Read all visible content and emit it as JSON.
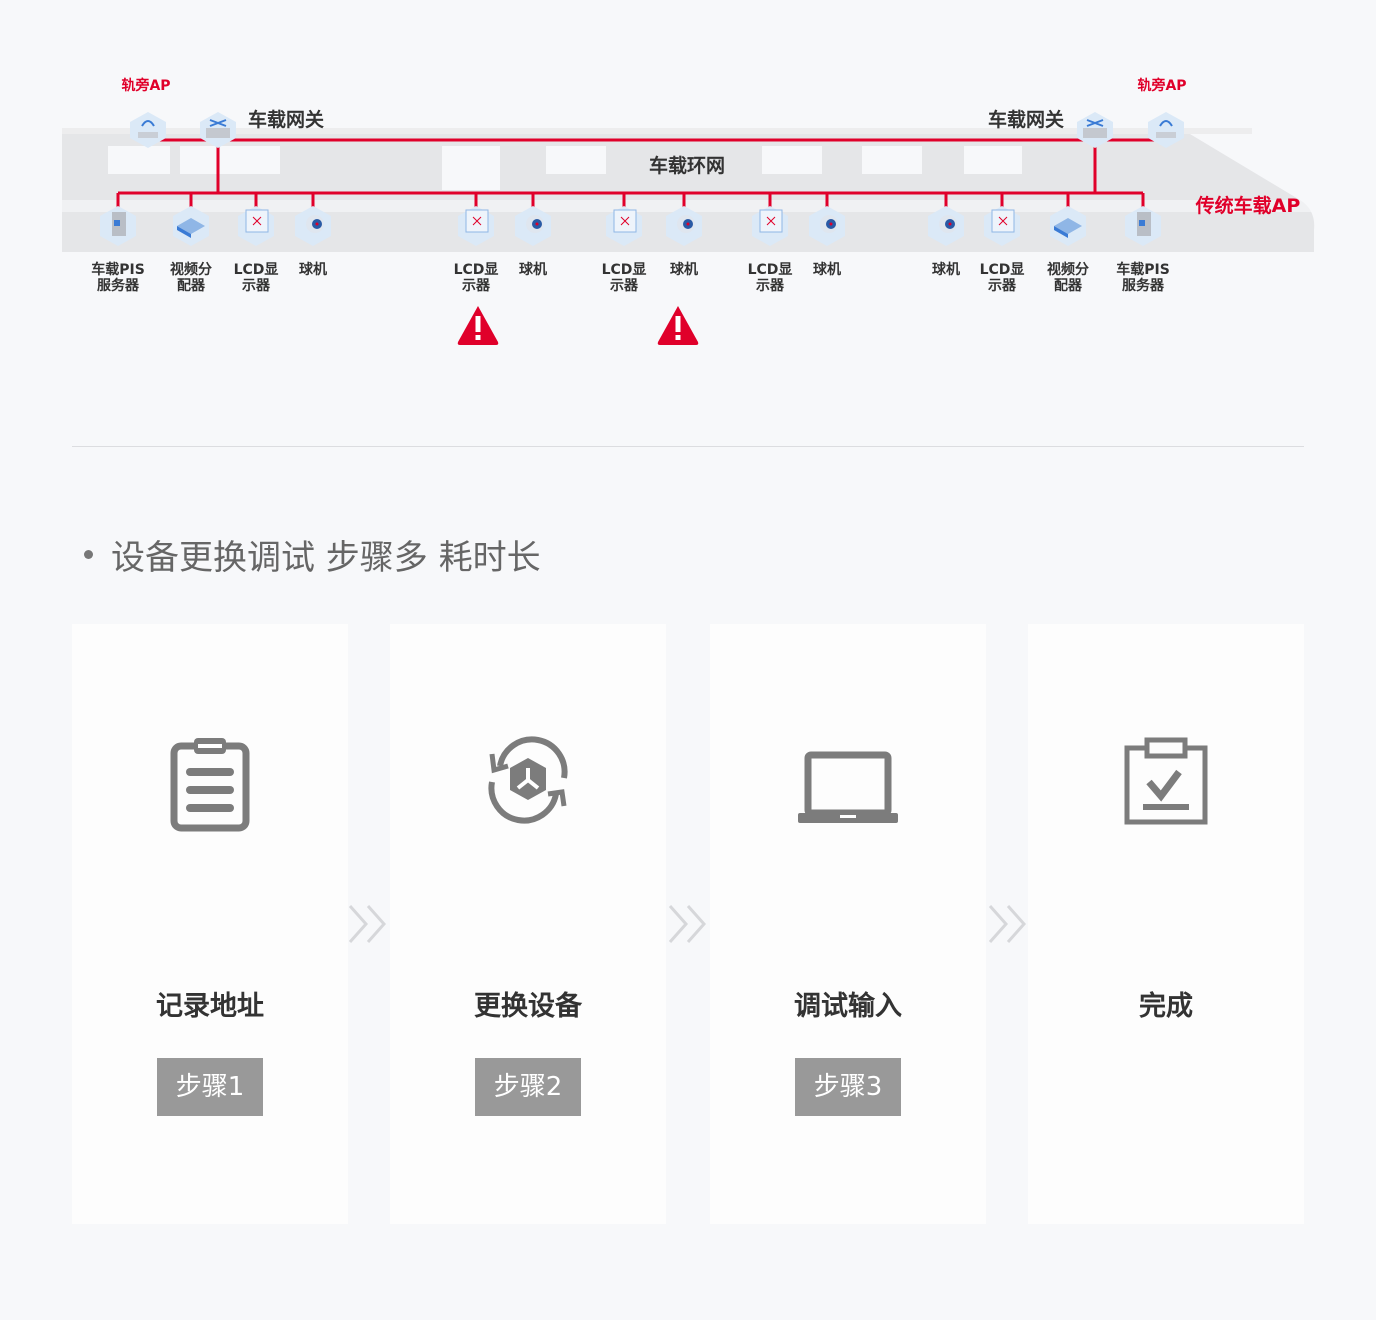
{
  "diagram": {
    "trackside_ap_left": "轨旁AP",
    "trackside_ap_right": "轨旁AP",
    "gateway_left": "车载网关",
    "gateway_right": "车载网关",
    "ring_network": "车载环网",
    "traditional_ap": "传统车载AP",
    "devices": [
      {
        "l1": "车载PIS",
        "l2": "服务器",
        "type": "server"
      },
      {
        "l1": "视频分",
        "l2": "配器",
        "type": "splitter"
      },
      {
        "l1": "LCD显",
        "l2": "示器",
        "type": "lcd"
      },
      {
        "l1": "球机",
        "l2": "",
        "type": "camera"
      },
      {
        "l1": "LCD显",
        "l2": "示器",
        "type": "lcd",
        "warning": true
      },
      {
        "l1": "球机",
        "l2": "",
        "type": "camera"
      },
      {
        "l1": "LCD显",
        "l2": "示器",
        "type": "lcd"
      },
      {
        "l1": "球机",
        "l2": "",
        "type": "camera",
        "warning": true
      },
      {
        "l1": "LCD显",
        "l2": "示器",
        "type": "lcd"
      },
      {
        "l1": "球机",
        "l2": "",
        "type": "camera"
      },
      {
        "l1": "球机",
        "l2": "",
        "type": "camera"
      },
      {
        "l1": "LCD显",
        "l2": "示器",
        "type": "lcd"
      },
      {
        "l1": "视频分",
        "l2": "配器",
        "type": "splitter"
      },
      {
        "l1": "车载PIS",
        "l2": "服务器",
        "type": "server"
      }
    ],
    "accent": "#e0002a"
  },
  "bullet": "设备更换调试 步骤多 耗时长",
  "steps": [
    {
      "title": "记录地址",
      "step": "步骤1",
      "icon": "clipboard-list-icon"
    },
    {
      "title": "更换设备",
      "step": "步骤2",
      "icon": "replace-device-icon"
    },
    {
      "title": "调试输入",
      "step": "步骤3",
      "icon": "laptop-icon"
    },
    {
      "title": "完成",
      "icon": "clipboard-check-icon"
    }
  ]
}
